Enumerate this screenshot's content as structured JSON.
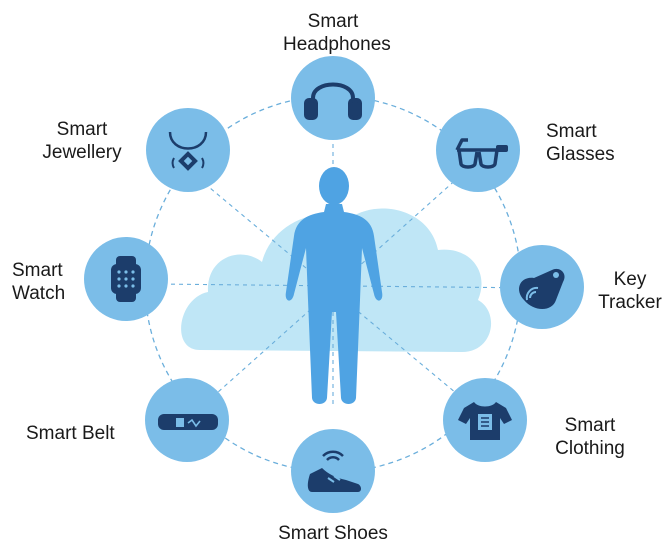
{
  "colors": {
    "cloud": "#bfe6f6",
    "figure": "#4fa3e3",
    "circle_fill": "#7bbde8",
    "icon_dark": "#1c3d6b",
    "dashed_line": "#6aaedb"
  },
  "center": {
    "figure_icon": "human-figure-icon",
    "background_icon": "cloud-icon"
  },
  "devices": [
    {
      "id": "headphones",
      "icon": "headphones-icon",
      "line1": "Smart",
      "line2": "Headphones"
    },
    {
      "id": "glasses",
      "icon": "glasses-icon",
      "line1": "Smart",
      "line2": "Glasses"
    },
    {
      "id": "key-tracker",
      "icon": "key-tracker-icon",
      "line1": "Key",
      "line2": "Tracker"
    },
    {
      "id": "clothing",
      "icon": "tshirt-icon",
      "line1": "Smart",
      "line2": "Clothing"
    },
    {
      "id": "shoes",
      "icon": "shoe-icon",
      "line1": "Smart Shoes",
      "line2": ""
    },
    {
      "id": "belt",
      "icon": "belt-icon",
      "line1": "Smart Belt",
      "line2": ""
    },
    {
      "id": "watch",
      "icon": "watch-icon",
      "line1": "Smart",
      "line2": "Watch"
    },
    {
      "id": "jewellery",
      "icon": "necklace-icon",
      "line1": "Smart",
      "line2": "Jewellery"
    }
  ]
}
